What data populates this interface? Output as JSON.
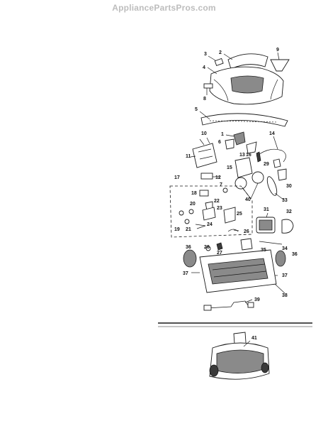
{
  "header": {
    "watermark": "AppliancePartsPros.com"
  },
  "callouts": [
    "1",
    "2",
    "3",
    "4",
    "5",
    "6",
    "7",
    "8",
    "9",
    "10",
    "11",
    "12",
    "13",
    "14",
    "15",
    "16",
    "17",
    "18",
    "19",
    "20",
    "21",
    "22",
    "23",
    "24",
    "25",
    "26",
    "27",
    "28",
    "29",
    "30",
    "31",
    "32",
    "33",
    "34",
    "35",
    "36",
    "37",
    "38",
    "39",
    "40",
    "41"
  ],
  "colors": {
    "line": "#1a1a1a",
    "shade": "#8a8a8a",
    "watermark": "#bdbdbd"
  }
}
